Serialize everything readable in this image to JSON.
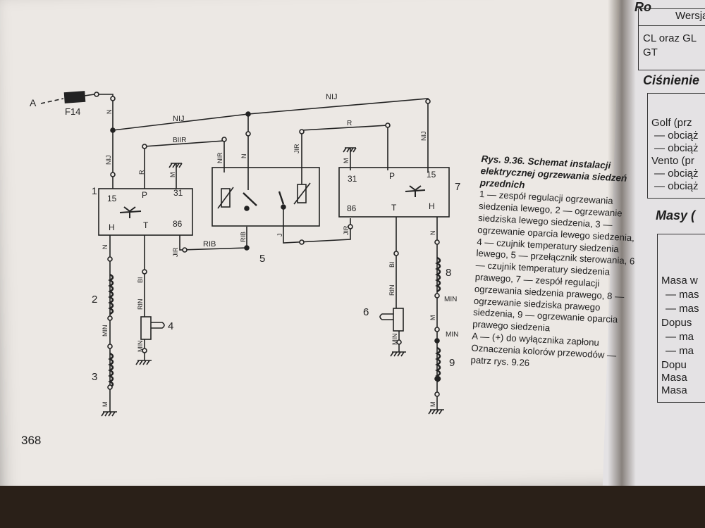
{
  "diagram": {
    "labels": {
      "a_label": "A",
      "fuse": "F14",
      "top_wire": "NIJ",
      "wire_nij_upper": "NIJ",
      "wire_bir": "BIIR",
      "wire_r_right": "R",
      "wire_n_top": "N",
      "wire_nij_left": "NIJ",
      "wire_r_left": "R",
      "wire_m_left": "M",
      "wire_nr": "NIR",
      "wire_n_mid": "N",
      "wire_jr": "JIR",
      "wire_m_right": "M",
      "wire_nij_right": "NIJ",
      "wire_n_left": "N",
      "wire_bi_left": "BI",
      "wire_rin_left": "RIN",
      "wire_min_left1": "MIN",
      "wire_min_left2": "MIN",
      "wire_m_bottom_left": "M",
      "wire_jr_bottom": "JIR",
      "wire_rb": "RIB",
      "wire_rb_v": "RIB",
      "wire_j": "J",
      "wire_jr_bottom_right": "JIR",
      "wire_bi_right": "BI",
      "wire_rin_right": "RIN",
      "wire_min_right": "MIN",
      "wire_n_right": "N",
      "wire_min_r1": "MIN",
      "wire_min_r2": "MIN",
      "wire_m_r": "M",
      "wire_m_r_bottom": "M"
    },
    "unit1": {
      "number": "1",
      "pin15": "15",
      "pinP": "P",
      "pin31": "31",
      "pinH": "H",
      "pinT": "T",
      "pin86": "86"
    },
    "unit7": {
      "number": "7",
      "pin31": "31",
      "pinP": "P",
      "pin15": "15",
      "pin86": "86",
      "pinT": "T",
      "pinH": "H"
    },
    "component_numbers": {
      "n2": "2",
      "n3": "3",
      "n4": "4",
      "n5": "5",
      "n6": "6",
      "n8": "8",
      "n9": "9"
    }
  },
  "caption": {
    "title": "Rys. 9.36. Schemat instalacji elektrycznej ogrzewania siedzeń przednich",
    "body": "1 — zespół regulacji ogrzewania siedzenia lewego, 2 — ogrzewanie siedziska lewego siedzenia, 3 — ogrzewanie oparcia lewego siedzenia, 4 — czujnik temperatury siedzenia lewego, 5 — przełącznik sterowania, 6 — czujnik temperatury siedzenia prawego, 7 — zespół regulacji ogrzewania siedzenia prawego, 8 — ogrzewanie siedziska prawego siedzenia, 9 — ogrzewanie oparcia prawego siedzenia",
    "note_a": "A — (+) do wyłącznika zapłonu",
    "note_colors": "Oznaczenia kolorów przewodów — patrz rys. 9.26"
  },
  "page_number": "368",
  "right_page": {
    "header_fragment": "Ro",
    "table1_header": "Wersja",
    "table1_row1": "CL oraz GL",
    "table1_row2": "GT",
    "heading1": "Ciśnienie",
    "table2_row1": "Golf (prz",
    "table2_row2": "— obciąż",
    "table2_row3": "— obciąż",
    "table2_row4": "Vento (pr",
    "table2_row5": "— obciąż",
    "table2_row6": "— obciąż",
    "heading2": "Masy (",
    "table3_row1": "Masa w",
    "table3_row2": "— mas",
    "table3_row3": "— mas",
    "table3_row4": "Dopus",
    "table3_row5": "— ma",
    "table3_row6": "— ma",
    "table3_row7": "Dopu",
    "table3_row8": "Masa",
    "table3_row9": "Masa"
  }
}
